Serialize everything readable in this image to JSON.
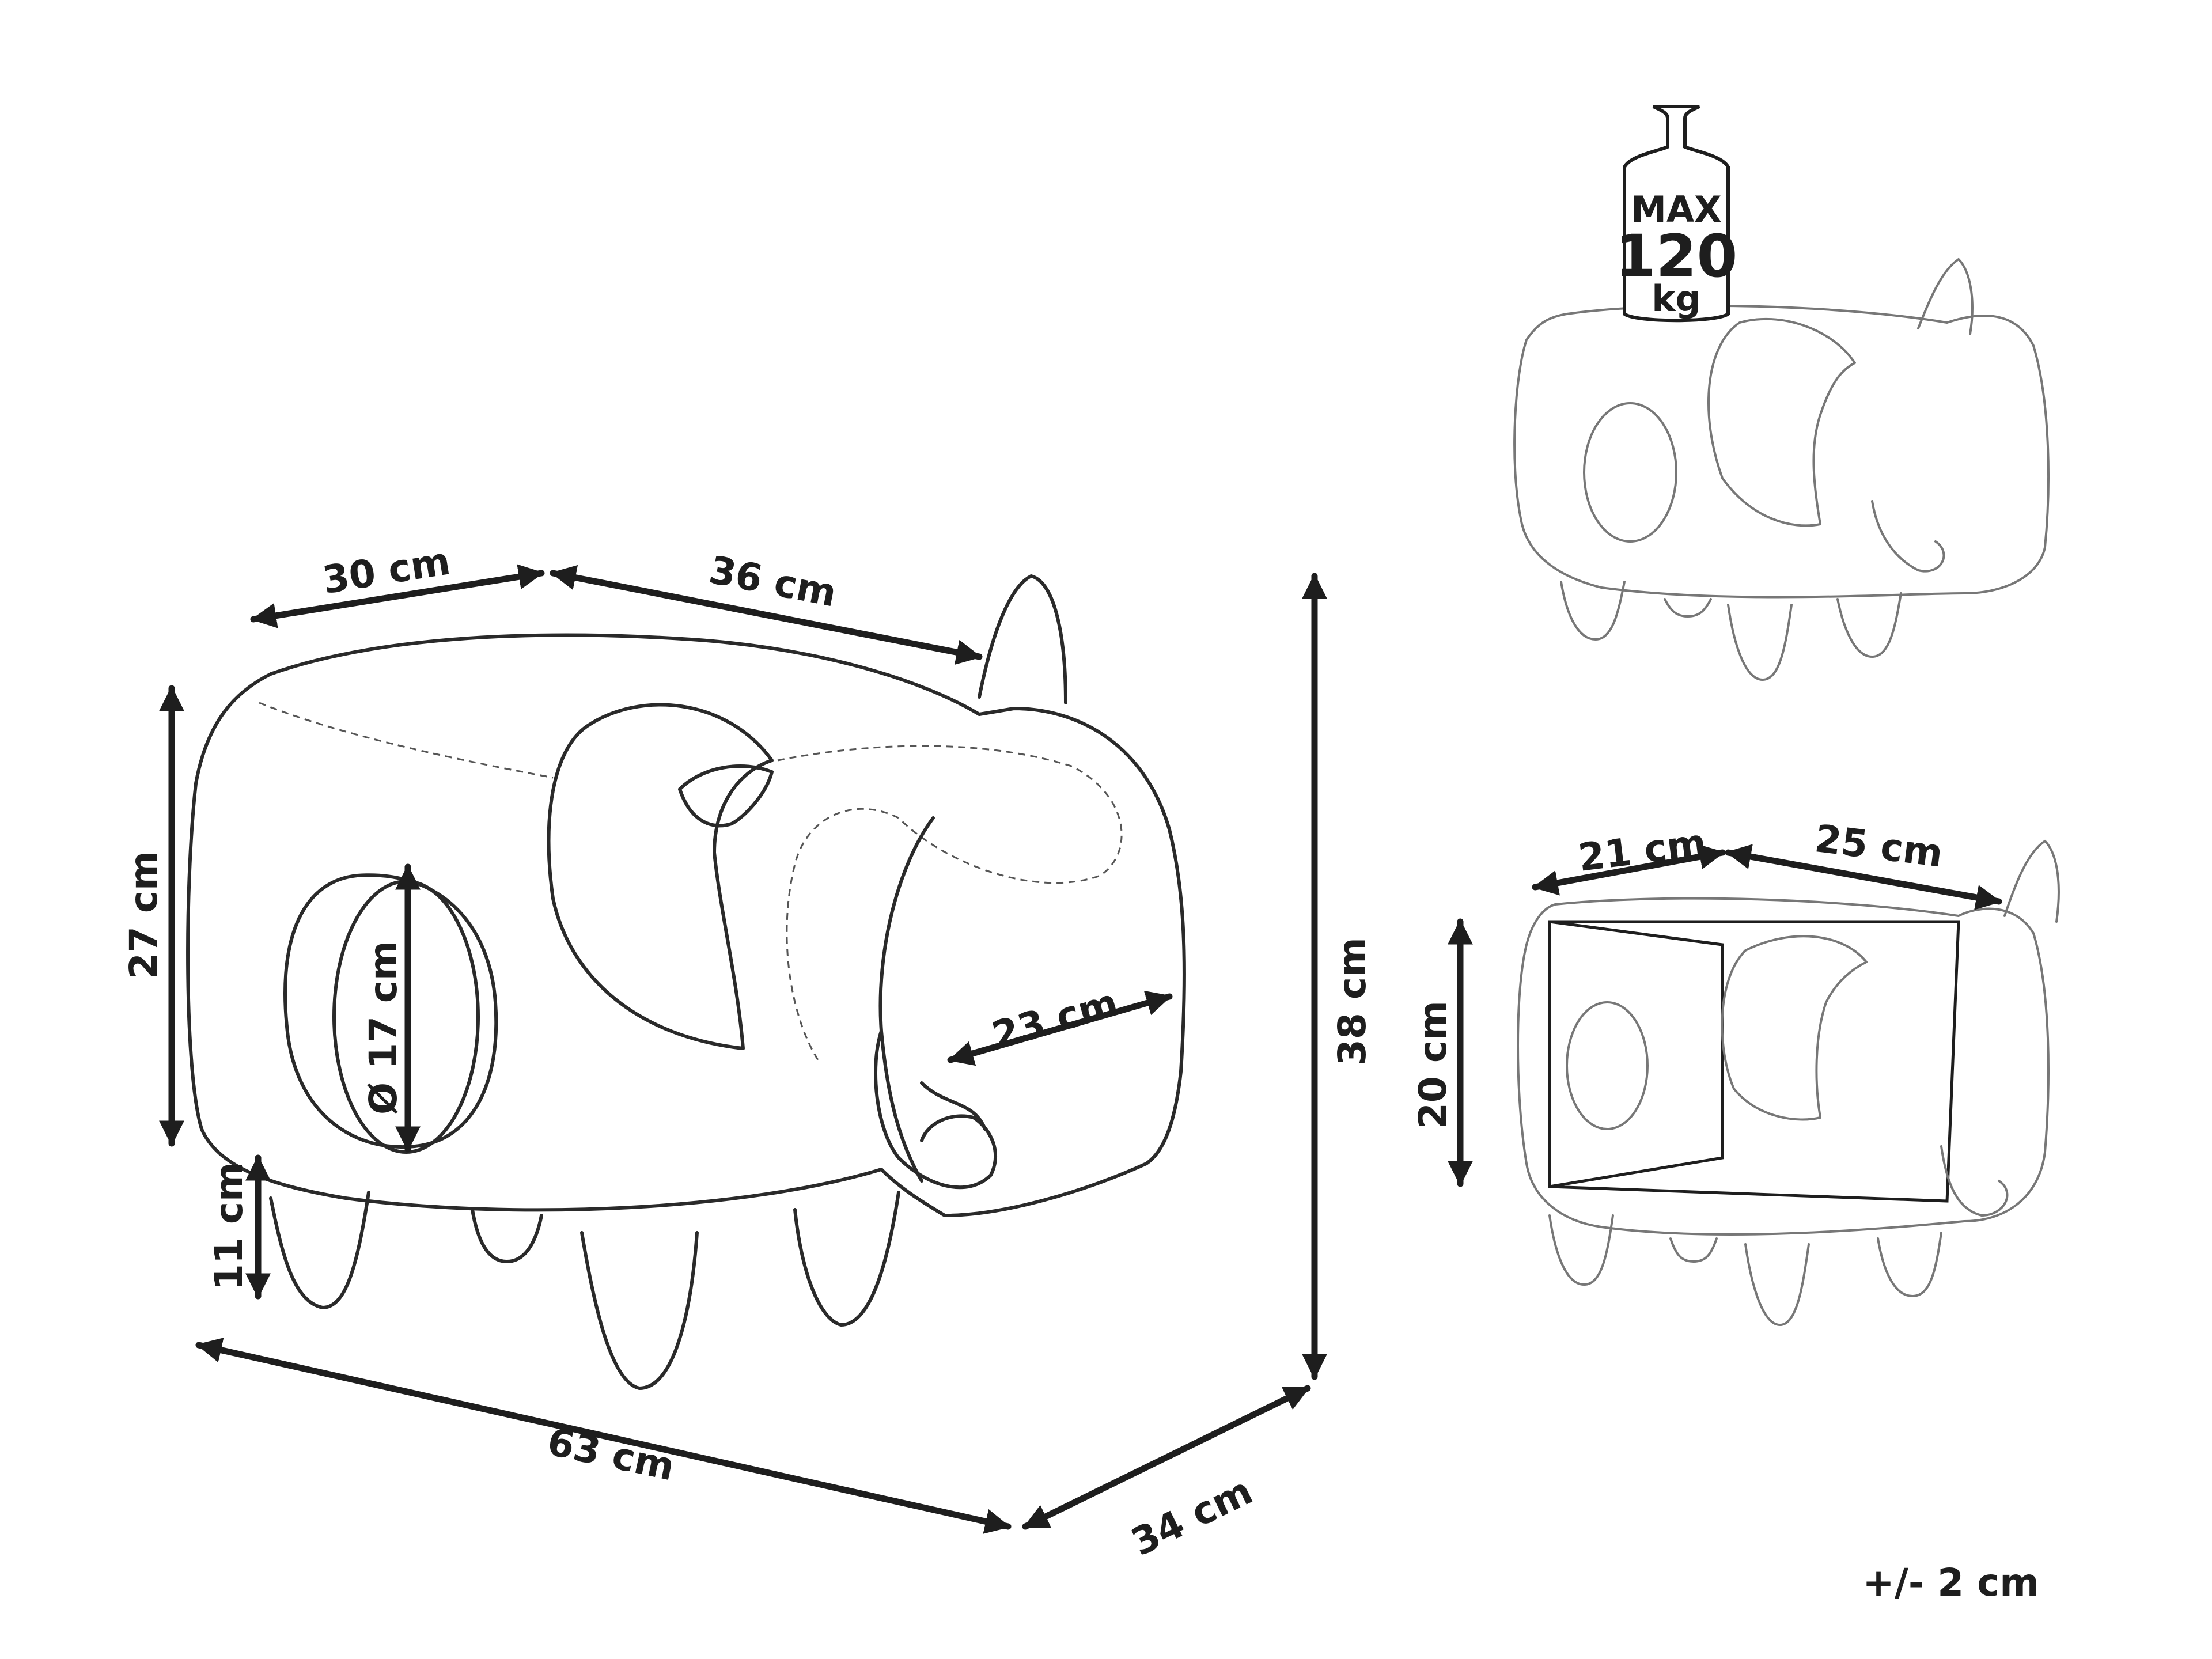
{
  "diagram": {
    "main_view": {
      "seat_width": "30 cm",
      "head_length": "36 cm",
      "body_height": "27 cm",
      "hole_diameter": "Ø 17 cm",
      "trunk_length": "23 cm",
      "leg_height": "11 cm",
      "total_height": "38 cm",
      "total_length": "63 cm",
      "total_depth": "34 cm"
    },
    "load_view": {
      "weight_line1": "MAX",
      "weight_line2": "120",
      "weight_line3": "kg"
    },
    "storage_view": {
      "inner_width": "21 cm",
      "inner_length": "25 cm",
      "inner_height": "20 cm"
    },
    "tolerance": "+/- 2 cm"
  },
  "colors": {
    "ink": "#1e1e1e",
    "light_ink": "#777777"
  }
}
